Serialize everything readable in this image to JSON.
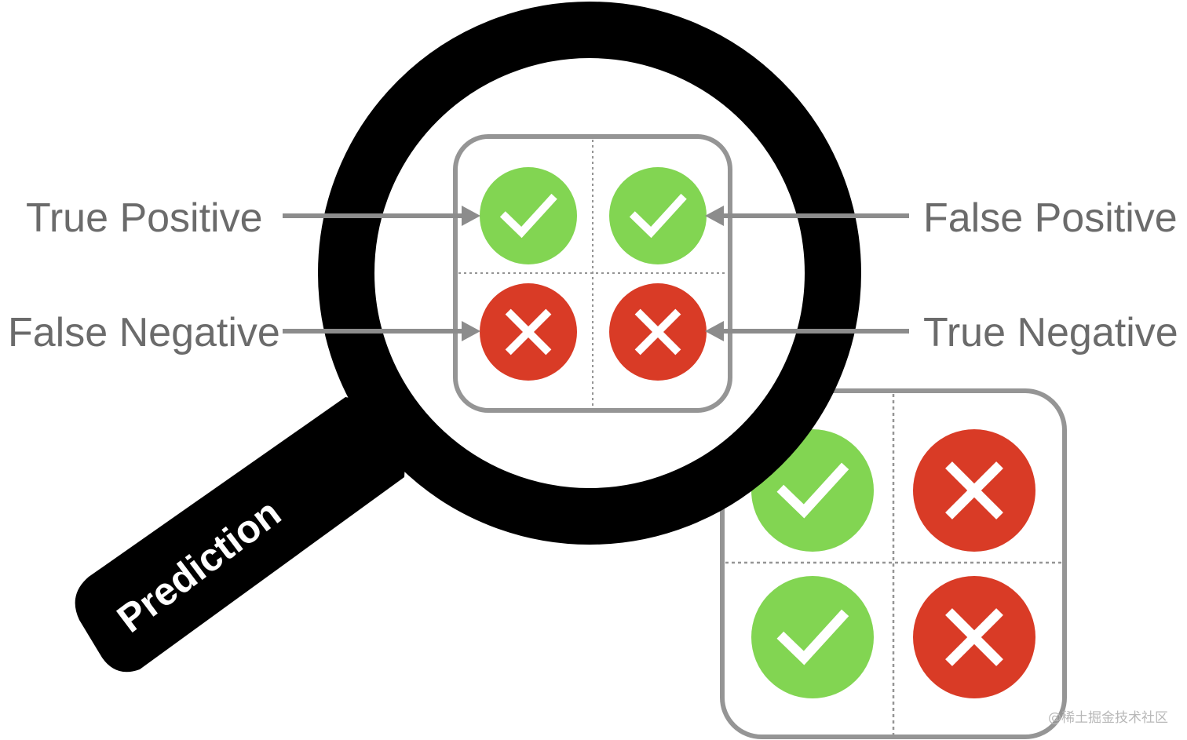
{
  "labels": {
    "true_positive": "True Positive",
    "false_positive": "False Positive",
    "false_negative": "False Negative",
    "true_negative": "True Negative"
  },
  "handle_label": "Prediction",
  "watermark": "@稀土掘金技术社区",
  "icons": {
    "zoomed_matrix": [
      "check-icon",
      "check-icon",
      "cross-icon",
      "cross-icon"
    ],
    "full_matrix": [
      "check-icon",
      "cross-icon",
      "check-icon",
      "cross-icon"
    ]
  },
  "colors": {
    "check_green": "#82d552",
    "cross_red": "#d93b26",
    "label_gray": "#6b6b6b",
    "frame_gray": "#959595",
    "lens_black": "#000000"
  }
}
